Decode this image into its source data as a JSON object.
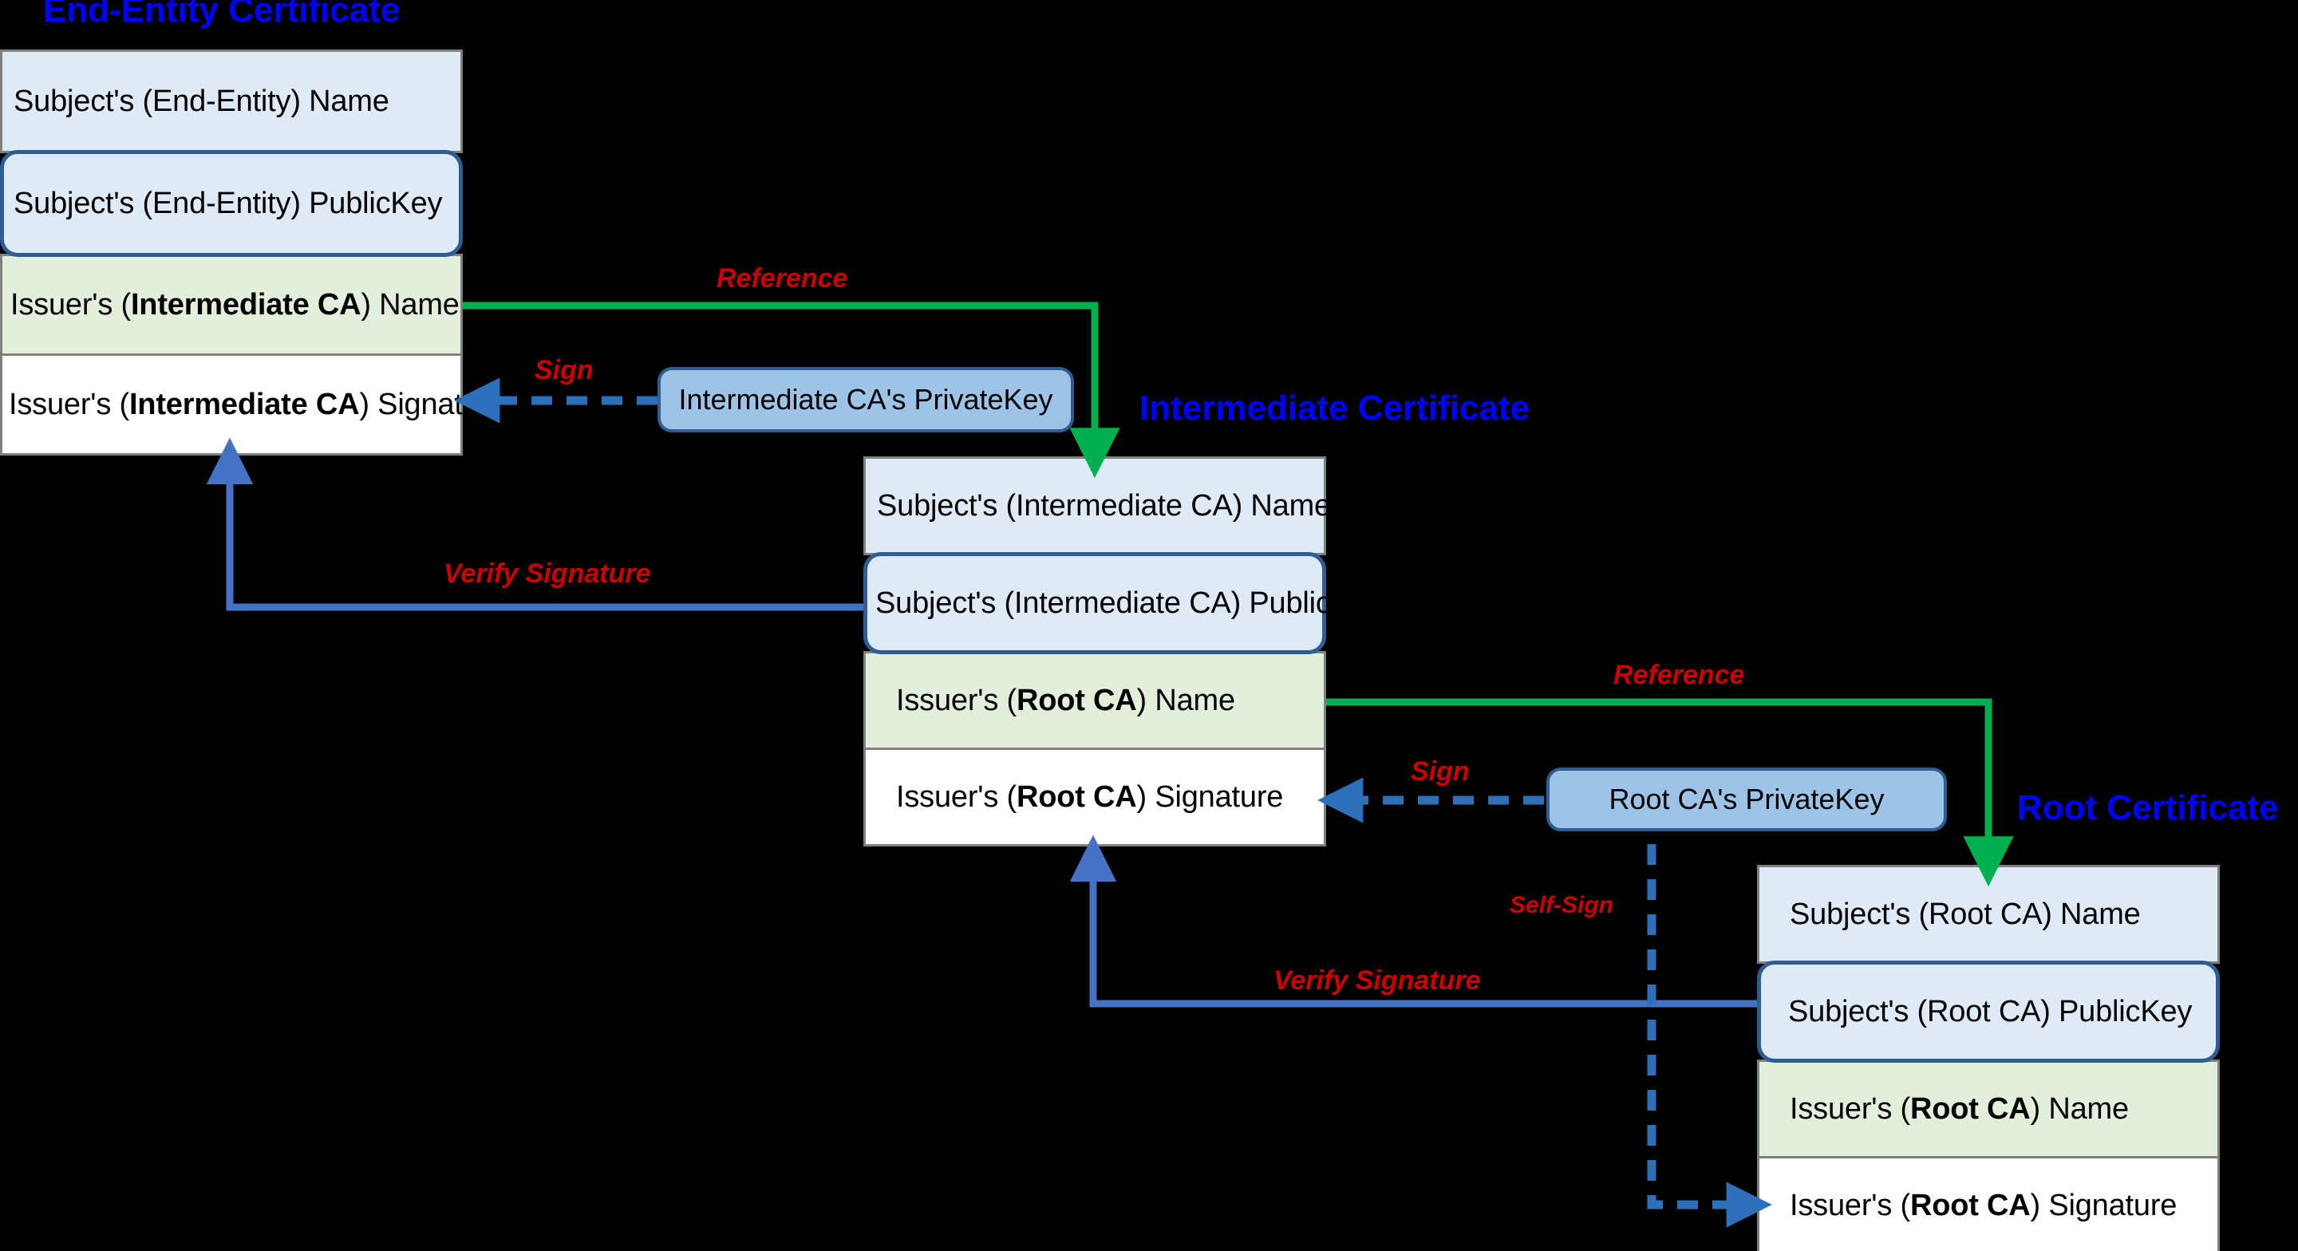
{
  "diagram": {
    "title_color": "#0000ff",
    "label_color": "#cc0000",
    "reference_arrow_color": "#00b050",
    "verify_arrow_color": "#4472c4",
    "sign_arrow_color": "#2e6fba",
    "background": "#000000"
  },
  "certificates": [
    {
      "id": "end-entity",
      "title": "End-Entity Certificate",
      "rows": {
        "subject_name": "Subject's (End-Entity) Name",
        "subject_publickey": "Subject's (End-Entity) PublicKey",
        "issuer_name_prefix": "Issuer's (",
        "issuer_name_bold": "Intermediate CA",
        "issuer_name_suffix": ") Name",
        "issuer_sig_prefix": "Issuer's (",
        "issuer_sig_bold": "Intermediate CA",
        "issuer_sig_suffix": ") Signature"
      }
    },
    {
      "id": "intermediate",
      "title": "Intermediate Certificate",
      "rows": {
        "subject_name": "Subject's (Intermediate CA) Name",
        "subject_publickey": "Subject's (Intermediate CA) PublicKey",
        "issuer_name_prefix": "Issuer's (",
        "issuer_name_bold": "Root CA",
        "issuer_name_suffix": ") Name",
        "issuer_sig_prefix": "Issuer's (",
        "issuer_sig_bold": "Root CA",
        "issuer_sig_suffix": ") Signature"
      }
    },
    {
      "id": "root",
      "title": "Root Certificate",
      "rows": {
        "subject_name": "Subject's (Root CA) Name",
        "subject_publickey": "Subject's (Root CA) PublicKey",
        "issuer_name_prefix": "Issuer's (",
        "issuer_name_bold": "Root CA",
        "issuer_name_suffix": ") Name",
        "issuer_sig_prefix": "Issuer's (",
        "issuer_sig_bold": "Root CA",
        "issuer_sig_suffix": ") Signature"
      }
    }
  ],
  "private_keys": {
    "intermediate": "Intermediate CA's PrivateKey",
    "root": "Root CA's PrivateKey"
  },
  "edge_labels": {
    "reference_top": "Reference",
    "reference_bottom": "Reference",
    "sign_top": "Sign",
    "sign_bottom": "Sign",
    "verify_top": "Verify Signature",
    "verify_bottom": "Verify Signature",
    "self_sign": "Self-Sign"
  }
}
